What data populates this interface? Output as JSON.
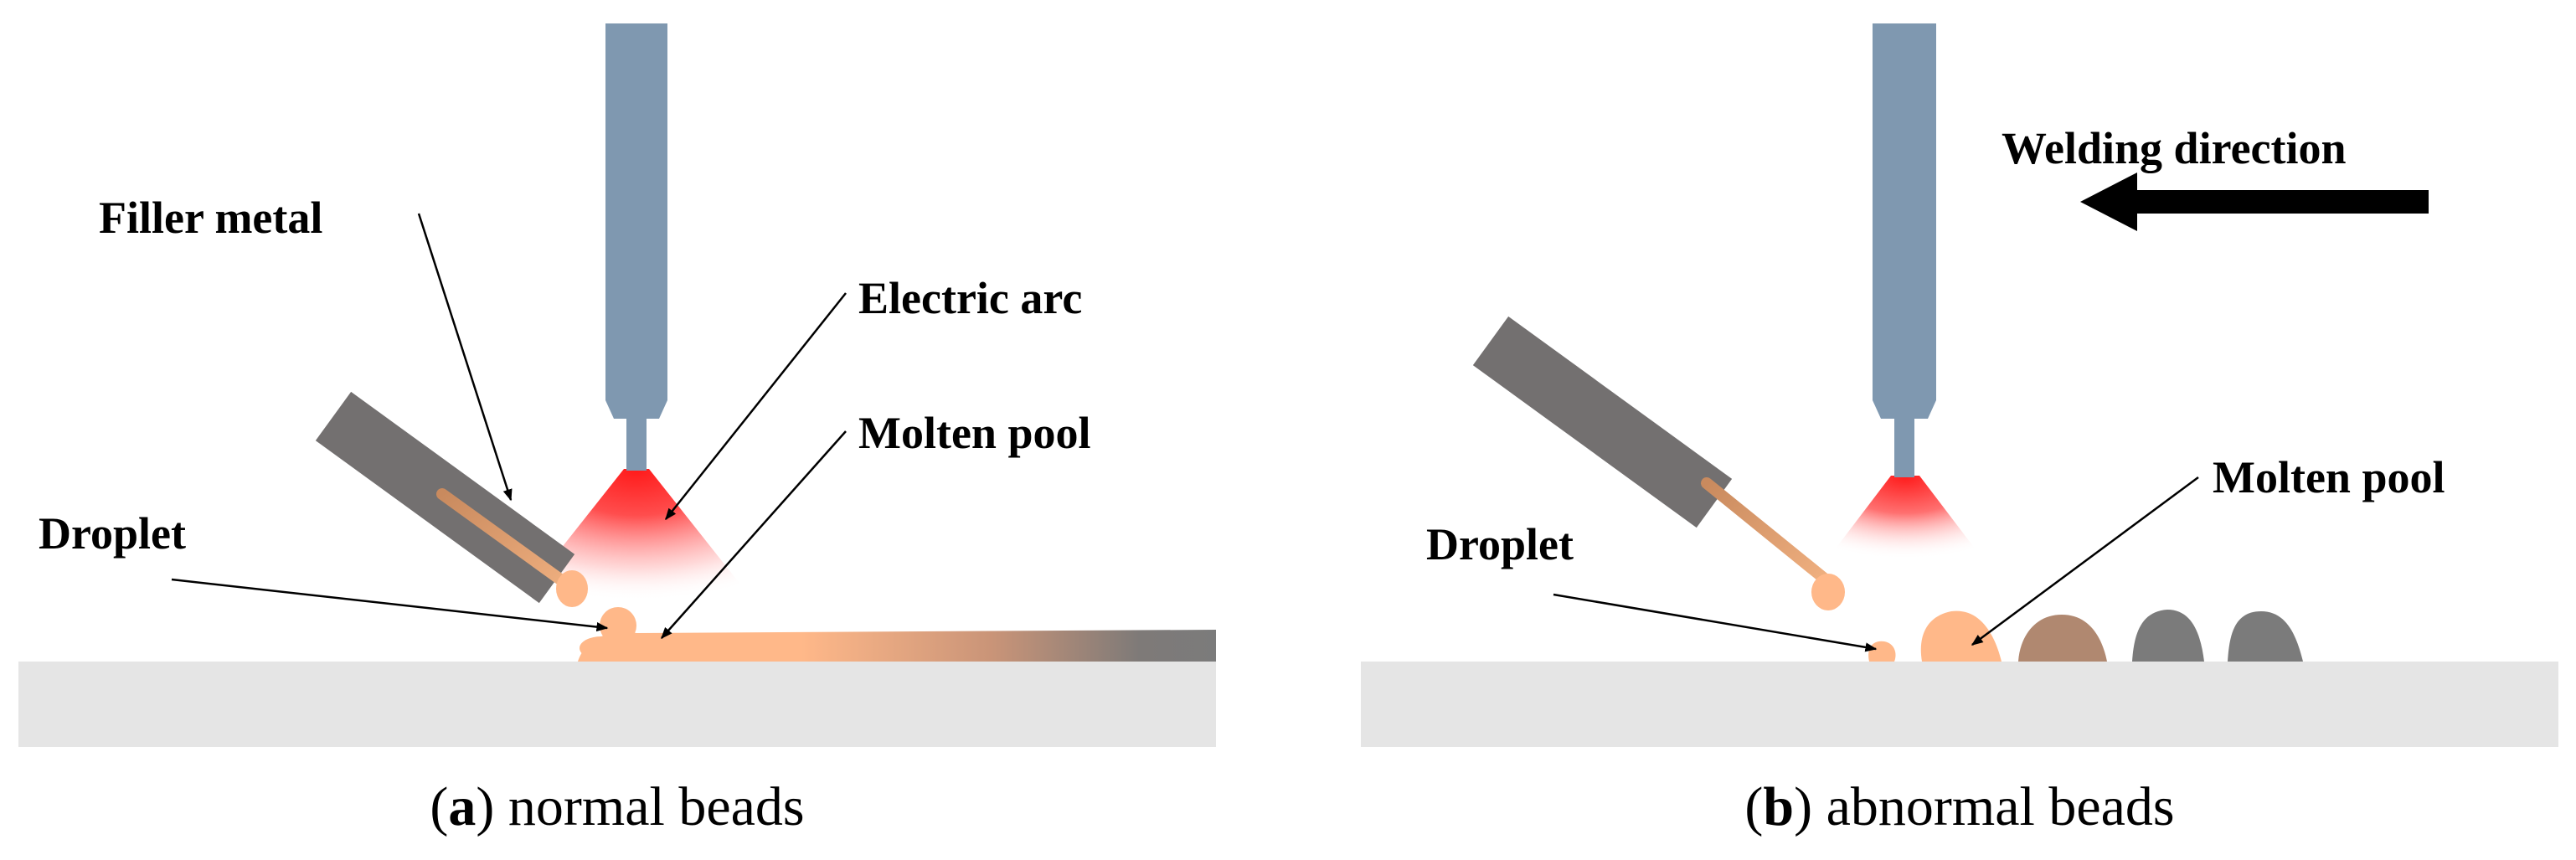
{
  "panel_a": {
    "labels": {
      "filler_metal": "Filler metal",
      "electric_arc": "Electric arc",
      "molten_pool": "Molten pool",
      "droplet": "Droplet"
    },
    "caption": {
      "open": "(",
      "letter": "a",
      "close": ")",
      "text": " normal beads"
    }
  },
  "panel_b": {
    "labels": {
      "welding_direction": "Welding direction",
      "molten_pool": "Molten pool",
      "droplet": "Droplet"
    },
    "caption": {
      "open": "(",
      "letter": "b",
      "close": ")",
      "text": " abnormal beads"
    }
  },
  "colors": {
    "torch": "#7f98b0",
    "filler_holder": "#737070",
    "filler_wire": "#e0a070",
    "droplet": "#ffb889",
    "arc": "#ff1a1a",
    "base_plate": "#e5e5e5",
    "bead_cold": "#7b7b7b",
    "bead_mid": "#b08870"
  }
}
